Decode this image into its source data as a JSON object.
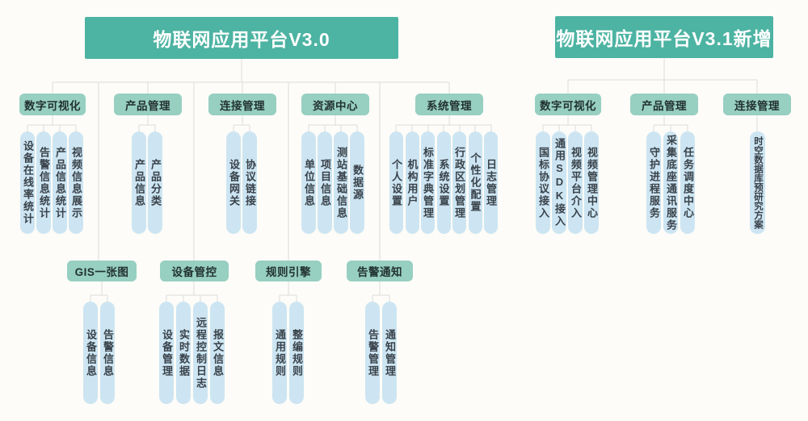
{
  "colors": {
    "header_bg": "#4db3a2",
    "header_text": "#ffffff",
    "category_bg": "#97cfc1",
    "category_text": "#22322f",
    "pill_bg": "#cde5f2",
    "pill_text": "#39424a",
    "line": "#dcdcdc",
    "page_bg": "#fdfcf8"
  },
  "v30": {
    "title": "物联网应用平台V3.0",
    "groups": [
      {
        "label": "数字可视化",
        "children": [
          "设备在线率统计",
          "告警信息统计",
          "产品信息统计",
          "视频信息展示"
        ]
      },
      {
        "label": "产品管理",
        "children": [
          "产品信息",
          "产品分类"
        ]
      },
      {
        "label": "连接管理",
        "children": [
          "设备网关",
          "协议链接"
        ]
      },
      {
        "label": "资源中心",
        "children": [
          "单位信息",
          "项目信息",
          "测站基础信息",
          "数据源"
        ]
      },
      {
        "label": "系统管理",
        "children": [
          "个人设置",
          "机构用户",
          "标准字典管理",
          "系统设置",
          "行政区划管理",
          "个性化配置",
          "日志管理"
        ]
      }
    ],
    "sub_groups": [
      {
        "label": "GIS一张图",
        "children": [
          "设备信息",
          "告警信息"
        ]
      },
      {
        "label": "设备管控",
        "children": [
          "设备管理",
          "实时数据",
          "远程控制日志",
          "报文信息"
        ]
      },
      {
        "label": "规则引擎",
        "children": [
          "通用规则",
          "整编规则"
        ]
      },
      {
        "label": "告警通知",
        "children": [
          "告警管理",
          "通知管理"
        ]
      }
    ]
  },
  "v31": {
    "title": "物联网应用平台V3.1新增",
    "groups": [
      {
        "label": "数字可视化",
        "children": [
          "国标协议接入",
          "通用SDK接入",
          "视频平台介入",
          "视频管理中心"
        ]
      },
      {
        "label": "产品管理",
        "children": [
          "守护进程服务",
          "采集底座通讯服务",
          "任务调度中心"
        ]
      },
      {
        "label": "连接管理",
        "children": [
          "时空数据库预研究方案"
        ]
      }
    ]
  }
}
